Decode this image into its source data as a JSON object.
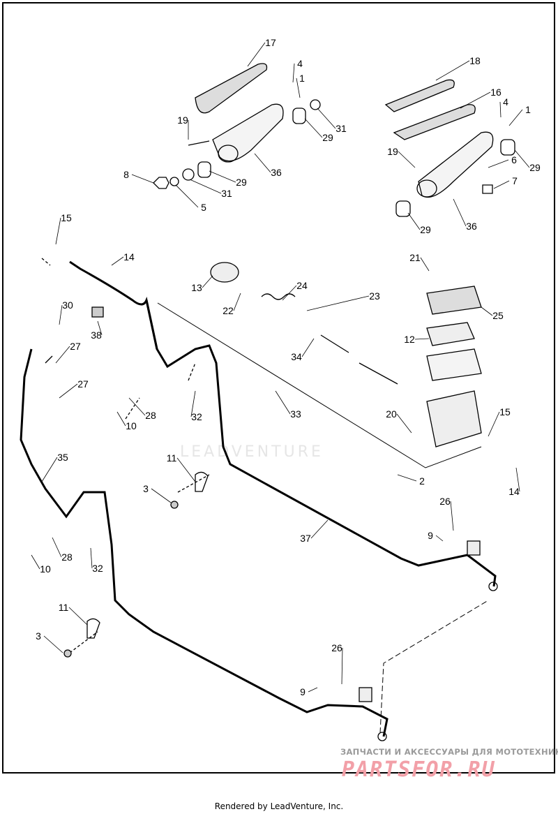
{
  "callouts": [
    "17",
    "4",
    "1",
    "19",
    "31",
    "29",
    "36",
    "8",
    "5",
    "31",
    "29",
    "18",
    "16",
    "4",
    "1",
    "19",
    "29",
    "6",
    "7",
    "29",
    "36",
    "15",
    "14",
    "30",
    "38",
    "27",
    "27",
    "13",
    "22",
    "24",
    "23",
    "21",
    "25",
    "12",
    "34",
    "28",
    "10",
    "32",
    "33",
    "20",
    "15",
    "2",
    "14",
    "35",
    "11",
    "3",
    "26",
    "9",
    "37",
    "10",
    "28",
    "32",
    "11",
    "3",
    "26",
    "9"
  ],
  "watermark": {
    "brand": "LEADVENTURE",
    "site_tagline": "ЗАПЧАСТИ И АКСЕССУАРЫ ДЛЯ МОТОТЕХНИКИ",
    "site_logo": "PARTSFOR.RU"
  },
  "footer": "Rendered by LeadVenture, Inc."
}
